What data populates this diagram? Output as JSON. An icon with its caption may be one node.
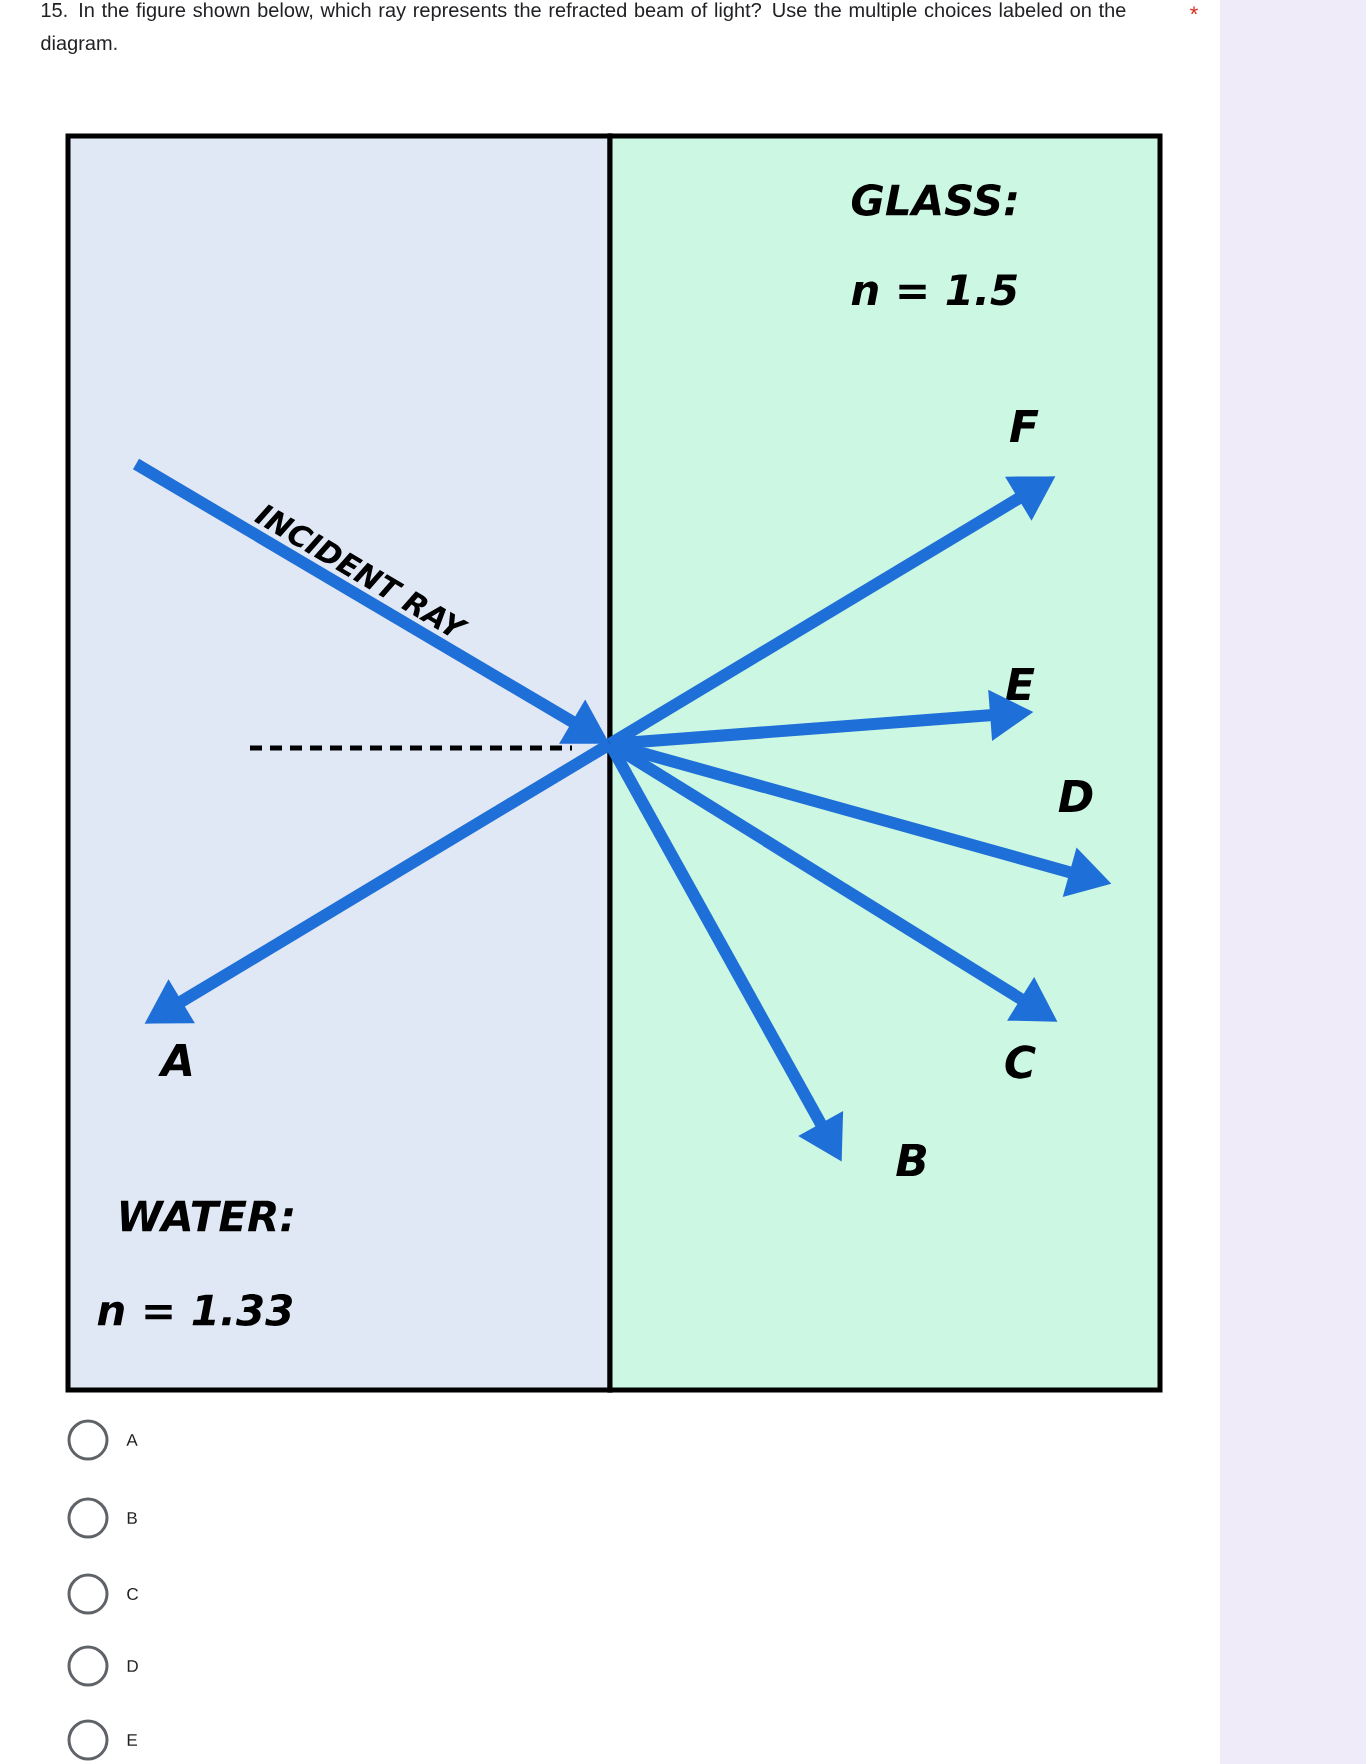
{
  "diagram": {
    "title": "15. In the figure shown below, which ray represents the refracted beam of light? Use the multiple choices labeled on the diagram.",
    "nodes": [
      {
        "text": [
          "WATER:",
          "n = 1.33"
        ]
      },
      {
        "text": [
          "GLASS:",
          "n = 1.5"
        ]
      },
      {
        "text": [
          "F"
        ],
        "in": 1
      },
      {
        "text": [
          "E"
        ],
        "in": 1
      },
      {
        "text": [
          "D"
        ],
        "in": 1
      },
      {
        "text": [
          "C"
        ],
        "in": 1
      },
      {
        "text": [
          "B"
        ],
        "in": 1
      },
      {
        "text": [
          "A"
        ],
        "in": 0
      }
    ],
    "edges": [
      {
        "from": null,
        "to": 1,
        "arrow": "to",
        "label": "INCIDENT RAY"
      },
      {
        "from": 0,
        "to": 2,
        "arrow": "to"
      },
      {
        "from": 0,
        "to": 3,
        "arrow": "to"
      },
      {
        "from": 0,
        "to": 4,
        "arrow": "to"
      },
      {
        "from": 0,
        "to": 5,
        "arrow": "to"
      },
      {
        "from": 0,
        "to": 6,
        "arrow": "to"
      },
      {
        "from": 0,
        "to": 7,
        "arrow": "to"
      }
    ],
    "labels": [
      "*",
      "A",
      "B",
      "C",
      "D",
      "E"
    ]
  }
}
